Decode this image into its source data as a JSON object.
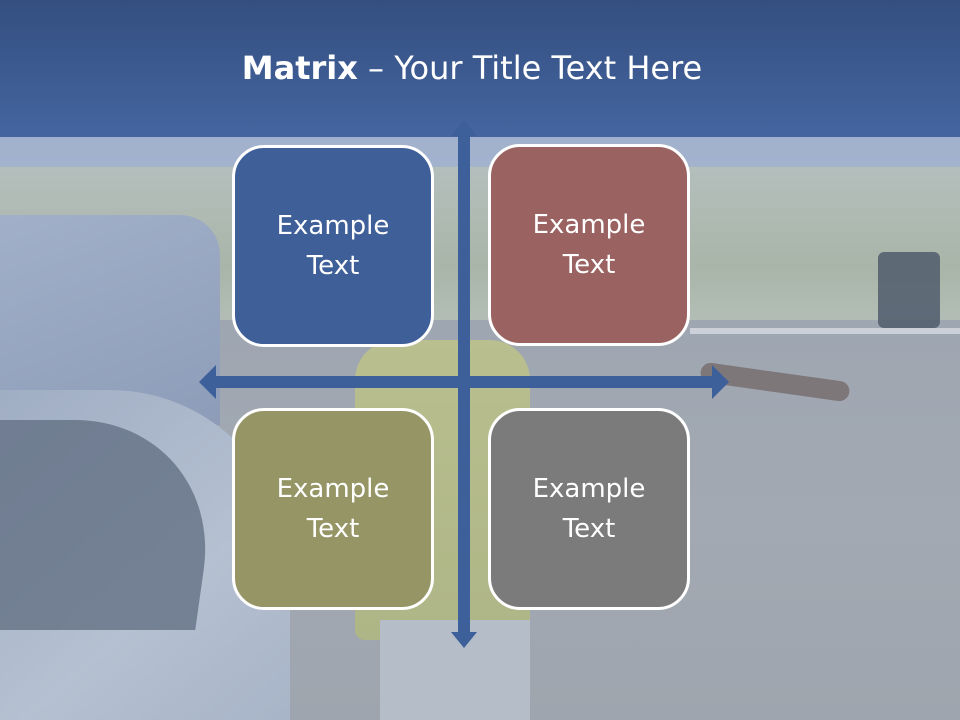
{
  "title": {
    "bold": "Matrix",
    "rest": " – Your Title Text Here"
  },
  "matrix": {
    "boxes": [
      {
        "label": "Example Text",
        "color": "#3f5f99"
      },
      {
        "label": "Example Text",
        "color": "#9a6261"
      },
      {
        "label": "Example Text",
        "color": "#959565"
      },
      {
        "label": "Example Text",
        "color": "#7b7b7b"
      }
    ],
    "arrow_color": "#3d5f9a"
  },
  "colors": {
    "header_top": "#344f80",
    "header_bottom": "#4465a0",
    "box_border": "#ffffff"
  }
}
